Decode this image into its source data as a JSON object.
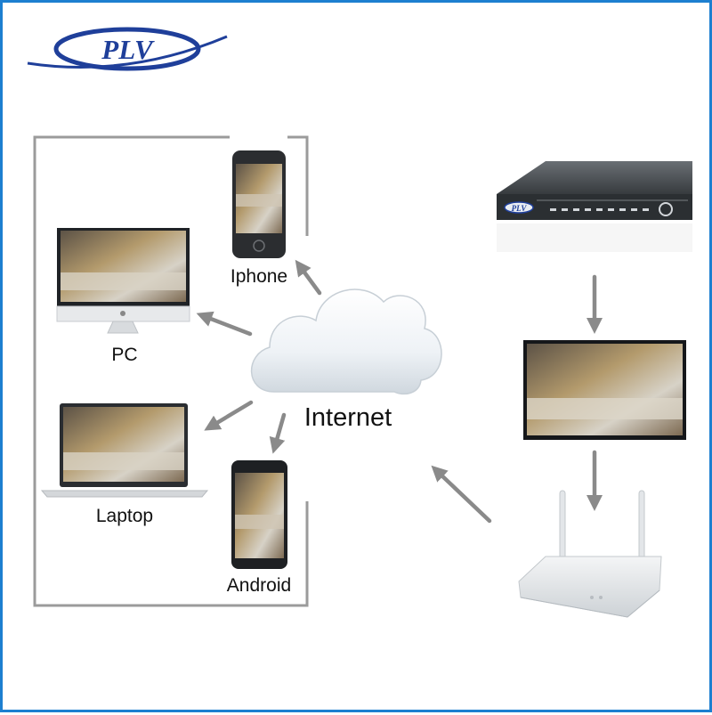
{
  "brand": {
    "logo_text": "PLV",
    "nvr_badge_text": "PLV",
    "color": "#1f3f9a",
    "border_color": "#1d7fd0"
  },
  "cloud": {
    "label": "Internet",
    "icon": "cloud-icon"
  },
  "devices": {
    "iphone": {
      "label": "Iphone",
      "icon": "smartphone-icon"
    },
    "pc": {
      "label": "PC",
      "icon": "desktop-monitor-icon"
    },
    "laptop": {
      "label": "Laptop",
      "icon": "laptop-icon"
    },
    "android": {
      "label": "Android",
      "icon": "smartphone-icon"
    }
  },
  "network_chain": [
    "nvr-recorder-icon",
    "display-monitor-icon",
    "wifi-router-icon"
  ]
}
